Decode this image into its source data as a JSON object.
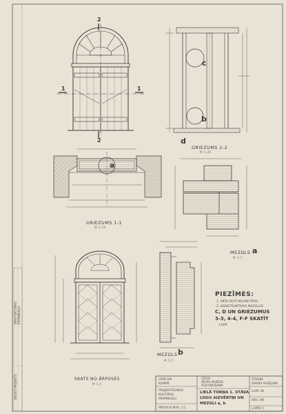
{
  "section_markers": {
    "one_left": "1",
    "one_right": "1",
    "two_top": "2",
    "two_bottom": "2"
  },
  "callouts": {
    "a": "a",
    "b_section": "b",
    "c_section": "c",
    "d": "d",
    "a_detail": "a",
    "b_detail": "b"
  },
  "views": {
    "section_2_2": {
      "title": "GRIEZUMS 2-2",
      "scale": "M 1:20"
    },
    "section_1_1": {
      "title": "GRIEZUMS 1-1",
      "scale": "M 1:20"
    },
    "front_view": {
      "title": "SKATS NO ĀRPUSES",
      "scale": "M 1:1"
    },
    "detail_a": {
      "title": "MEZGLS",
      "letter": "a",
      "scale": "M 1:1"
    },
    "detail_b": {
      "title": "MEZGLS",
      "letter": "b",
      "scale": "M 1:1"
    }
  },
  "notes": {
    "title": "PIEZĪMES:",
    "lines": [
      "1. MĒRI DOTI MILIMETROS.",
      "2. KONSTRUKTĪVOS MEZGLUS",
      "C, D UN GRIEZUMUS",
      "3-3, 4-4, F-F SKATĪT",
      "LAPĀ"
    ]
  },
  "title_block": {
    "author": "LPSR KM",
    "office": "KOMPR.",
    "institute": [
      "PROJEKTĒŠANAS",
      "KULTŪRAS",
      "PIEMINEKĻU"
    ],
    "drawn": "MĒROGS M20, 1:1",
    "object": [
      "CĒSIS",
      "RĪGAS MUIŽAS",
      "ATJAUNOŠANA"
    ],
    "sheet_title": [
      "LIELĀ TORŅA 1. STĀVA",
      "LOGU AIZVĒRTŅI UN",
      "MEZGLI a, b"
    ],
    "stage": [
      "STADIJA",
      "DARBA RASĒJUMI"
    ],
    "sheet_no": [
      "LAPA 38",
      "ARH. NR.",
      "LAPAS 5"
    ]
  },
  "stamp_lines": [
    "ARHITEKTŪRAS",
    "PIEMINEKĻA",
    "SKICES PROJEKTS"
  ]
}
